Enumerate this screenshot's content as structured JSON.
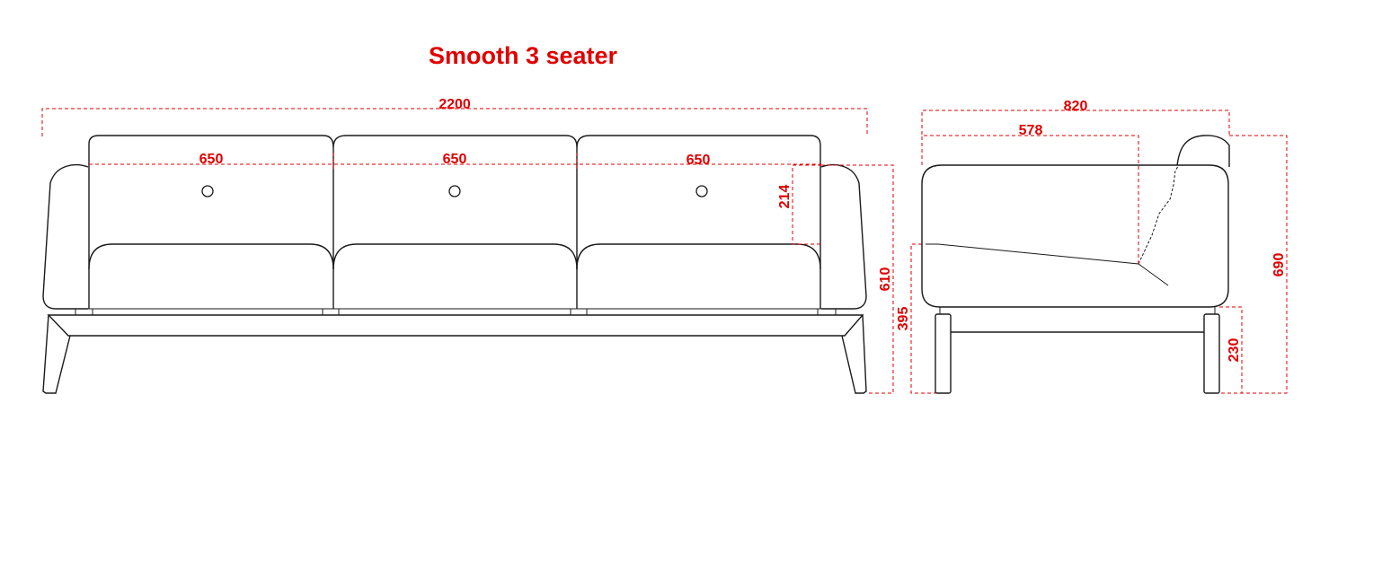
{
  "title": "Smooth 3 seater",
  "dimensions": {
    "front_overall_width": "2200",
    "front_seat_1_width": "650",
    "front_seat_2_width": "650",
    "front_seat_3_width": "650",
    "front_back_cushion_height": "214",
    "front_overall_height": "610",
    "front_seat_height": "395",
    "side_overall_depth": "820",
    "side_seat_depth": "578",
    "side_overall_height": "690",
    "side_leg_height": "230"
  },
  "colors": {
    "dimension": "#e00000",
    "outline": "#1a1a1a"
  }
}
